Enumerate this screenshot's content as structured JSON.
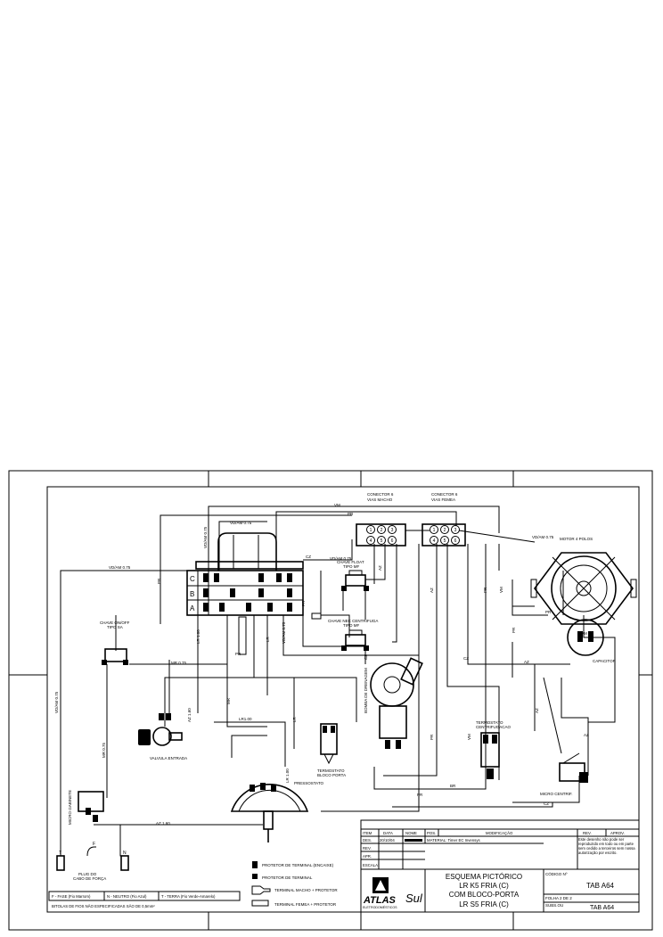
{
  "components": {
    "conector_v_macho": [
      "CONECTOR 6",
      "VIAS MACHO"
    ],
    "conector_v_femea": [
      "CONECTOR 6",
      "VIAS FEMEA"
    ],
    "motor": "MOTOR 4 POLOS",
    "capacitor": "CAPACITOR",
    "chave_float": [
      "CHAVE FLOAT",
      "TIPO MF"
    ],
    "chave_centrifuga": [
      "CHAVE NEC CENTRIFUGA",
      "TIPO MF"
    ],
    "chave_on_off": [
      "CHAVE ON/OFF",
      "TIPO SA"
    ],
    "valvula": "VALVULA ENTRADA",
    "termostato_bloco": [
      "TERMOSTATO",
      "BLOCO PORTA"
    ],
    "termostato_centrif": [
      "TERMOSTATO",
      "CENTRIFUGACAO"
    ],
    "pressostato": "PRESSOSTATO",
    "bomba": "BOMBA DE DRENAGEM",
    "micro_centrif": "MICRO CENTRIF.",
    "micro_gabinete": "MICRO GABINETE",
    "plug": [
      "PLUG DO",
      "CABO DE FORÇA"
    ]
  },
  "timer_rows": [
    "C",
    "B",
    "A"
  ],
  "connector_pins": [
    "1",
    "2",
    "3",
    "4",
    "5",
    "6"
  ],
  "wire_labels": {
    "vm": "VM",
    "az": "AZ",
    "pr": "PR",
    "lr": "LR",
    "br": "BR",
    "vd_am_075": "VD/AM 0.75",
    "lr_100": "LR 1.00",
    "lr_160": "LR1.00",
    "mr_075": "MR 0.75",
    "az_160": "AZ 1.60",
    "az_075": "AZ 0.75",
    "mr": "MR",
    "cz": "CZ"
  },
  "legend": {
    "items": [
      "PROTETOR DE TERMINAL (ENCAIXE)",
      "PROTETOR DE TERMINAL",
      "TERMINAL MACHO + PROTETOR",
      "TERMINAL FEMEA + PROTETOR"
    ],
    "wires": [
      "F - FASE (Fio Marrom)",
      "N - NEUTRO (Fio Azul)",
      "T - TERRA (Fio Verde-Amarelo)"
    ],
    "note": "BITOLAS DE FIOS NÃO ESPECIFICADAS SÃO DE 0,5mm²",
    "plug_pins": [
      "F",
      "T",
      "N"
    ]
  },
  "title_block": {
    "headers": [
      "ITEM",
      "DATA",
      "NOME",
      "POS.",
      "MODIFICAÇÃO",
      "REV.",
      "APROV."
    ],
    "rows": [
      {
        "label": "DES.",
        "date": "20/10/04",
        "name": "",
        "note": "MATERIAL: Timer EC Invensys"
      },
      {
        "label": "REV.",
        "date": "",
        "name": "",
        "note": ""
      },
      {
        "label": "APR.",
        "date": "",
        "name": "",
        "note": ""
      },
      {
        "label": "ESCALA:",
        "date": "",
        "name": "",
        "note": ""
      }
    ],
    "confidential": "Este desenho não pode ser reproduzido em todo ou em parte sem cedido a terceiros sem nossa autorização por escrito.",
    "company": "ATLAS",
    "company_sub": "ELETRODOMÉSTICOS",
    "company_brand": "Sul",
    "title_lines": [
      "ESQUEMA PICTÓRICO",
      "LR K5 FRIA (C)",
      "COM BLOCO-PORTA",
      "LR S5 FRIA (C)"
    ],
    "codigo_label": "CÓDIGO Nº",
    "codigo": "TAB A64",
    "folha": "FOLHA 2 DE 2",
    "subs_label": "SUBS.OU",
    "subs": "TAB A64"
  }
}
